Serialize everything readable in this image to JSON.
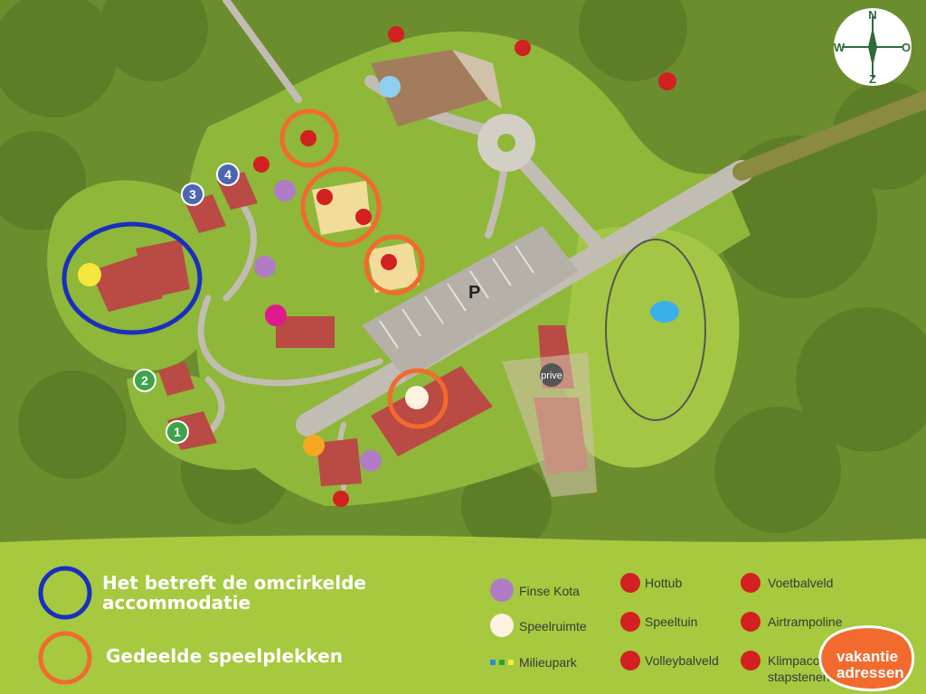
{
  "map": {
    "parking_label": "P",
    "prive_label": "prive",
    "building_numbers": [
      "1",
      "2",
      "3",
      "4"
    ]
  },
  "compass": {
    "n": "N",
    "o": "O",
    "z": "Z",
    "w": "W"
  },
  "legend": {
    "circled_blue": "Het betreft de omcirkelde accommodatie",
    "circled_blue_line1": "Het betreft de omcirkelde",
    "circled_blue_line2": "accommodatie",
    "circled_orange": "Gedeelde speelplekken",
    "items": [
      {
        "label": "Finse Kota",
        "icon": "finse-kota-icon",
        "color": "#b07cc6"
      },
      {
        "label": "Speelruimte",
        "icon": "speelruimte-icon",
        "color": "#fdf1e0"
      },
      {
        "label": "Milieupark",
        "icon": "milieupark-icon",
        "color": "#2a8fd6"
      },
      {
        "label": "Hottub",
        "icon": "hottub-icon",
        "color": "#d32020"
      },
      {
        "label": "Speeltuin",
        "icon": "speeltuin-icon",
        "color": "#d32020"
      },
      {
        "label": "Volleybalveld",
        "icon": "volleybal-icon",
        "color": "#d32020"
      },
      {
        "label": "Voetbalveld",
        "icon": "voetbal-icon",
        "color": "#d32020"
      },
      {
        "label": "Airtrampoline",
        "icon": "airtrampoline-icon",
        "color": "#d32020"
      },
      {
        "label": "Klimpacours",
        "icon": "klimpacours-icon",
        "color": "#d32020"
      },
      {
        "label": "stapstenen",
        "icon": "",
        "color": ""
      }
    ]
  },
  "logo": {
    "line1": "vakantie",
    "line2": "adressen"
  },
  "colors": {
    "accommodation_ring": "#1a2fbf",
    "shared_play_ring": "#f26a2e",
    "roof": "#b94a44",
    "grass": "#9cc23c",
    "forest": "#5d7f2a",
    "road": "#b8b2a8"
  }
}
